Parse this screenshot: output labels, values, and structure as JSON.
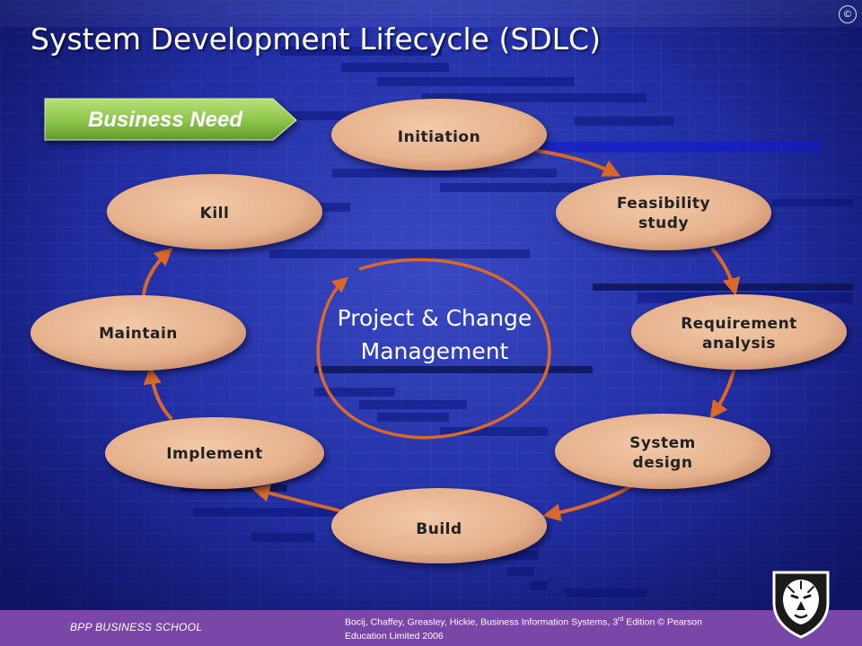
{
  "slide": {
    "title": "System Development Lifecycle (SDLC)",
    "copyright_symbol": "©"
  },
  "diagram": {
    "business_need": "Business Need",
    "center_label_line1": "Project & Change",
    "center_label_line2": "Management",
    "nodes": [
      {
        "id": "initiation",
        "lines": [
          "Initiation"
        ]
      },
      {
        "id": "feasibility",
        "lines": [
          "Feasibility",
          "study"
        ]
      },
      {
        "id": "requirement",
        "lines": [
          "Requirement",
          "analysis"
        ]
      },
      {
        "id": "system-design",
        "lines": [
          "System",
          "design"
        ]
      },
      {
        "id": "build",
        "lines": [
          "Build"
        ]
      },
      {
        "id": "implement",
        "lines": [
          "Implement"
        ]
      },
      {
        "id": "maintain",
        "lines": [
          "Maintain"
        ]
      },
      {
        "id": "kill",
        "lines": [
          "Kill"
        ]
      }
    ]
  },
  "footer": {
    "school": "BPP BUSINESS SCHOOL",
    "citation_pre": "Bocij, Chaffey, Greasley, Hickie, Business Information Systems, 3",
    "citation_sup": "rd",
    "citation_post": " Edition © Pearson Education Limited 2006"
  },
  "colors": {
    "node_fill": "#e8b896",
    "arrow": "#d9682a",
    "business_need_green": "#8cc44a",
    "footer_purple": "#7a46a8"
  },
  "icons": {
    "copyright": "copyright-icon",
    "logo": "lion-shield-icon"
  }
}
